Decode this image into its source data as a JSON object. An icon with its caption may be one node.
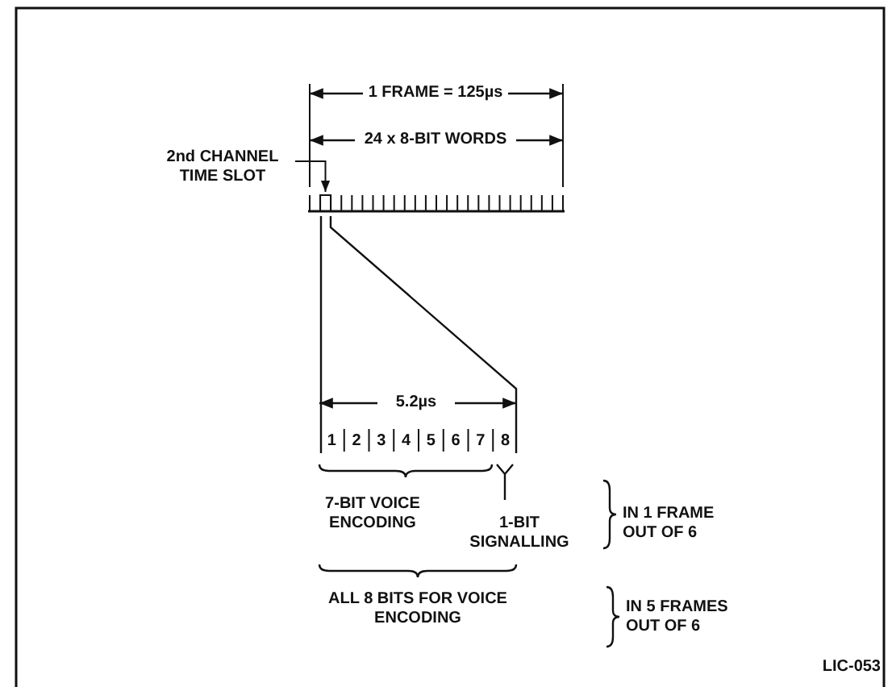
{
  "diagram": {
    "nodes": [
      {
        "text": [
          "2nd CHANNEL TIME SLOT"
        ]
      },
      {
        "text": [],
        "shape": "box"
      }
    ],
    "edges": [
      {
        "from": 0,
        "to": 1,
        "arrow": "to"
      }
    ],
    "labels": [
      "1 FRAME = 125µs",
      "24 x 8-BIT WORDS",
      "5.2µs",
      "1",
      "2",
      "3",
      "4",
      "5",
      "6",
      "7",
      "8",
      "7-BIT VOICE ENCODING",
      "1-BIT SIGNALLING",
      "IN 1 FRAME OUT OF 6",
      "ALL 8 BITS FOR VOICE ENCODING",
      "IN 5 FRAMES OUT OF 6",
      "LIC-053"
    ]
  }
}
